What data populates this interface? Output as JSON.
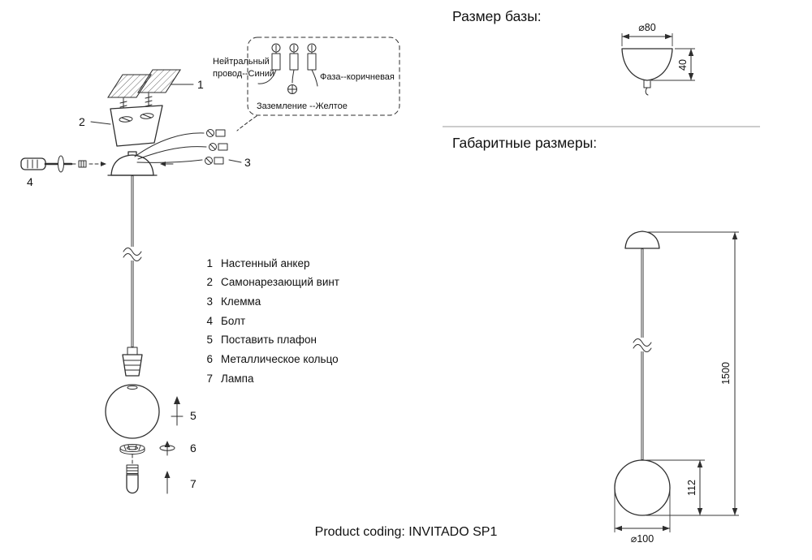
{
  "product": {
    "label": "Product coding: INVITADO SP1"
  },
  "wiring_box": {
    "neutral_line1": "Нейтральный",
    "neutral_line2": "провод--Синий",
    "phase": "Фаза--коричневая",
    "ground": "Заземление --Желтое"
  },
  "parts_list": {
    "items": [
      {
        "num": "1",
        "label": "Настенный анкер"
      },
      {
        "num": "2",
        "label": "Самонарезающий винт"
      },
      {
        "num": "3",
        "label": "Клемма"
      },
      {
        "num": "4",
        "label": "Болт"
      },
      {
        "num": "5",
        "label": "Поставить плафон"
      },
      {
        "num": "6",
        "label": "Металлическое кольцо"
      },
      {
        "num": "7",
        "label": "Лампа"
      }
    ]
  },
  "base_size": {
    "heading": "Размер базы:",
    "diameter": "⌀80",
    "height": "40"
  },
  "overall_size": {
    "heading": "Габаритные размеры:",
    "total_height": "1500",
    "shade_height": "112",
    "shade_diameter": "⌀100"
  },
  "colors": {
    "line": "#2e2e2e",
    "background": "#ffffff"
  }
}
